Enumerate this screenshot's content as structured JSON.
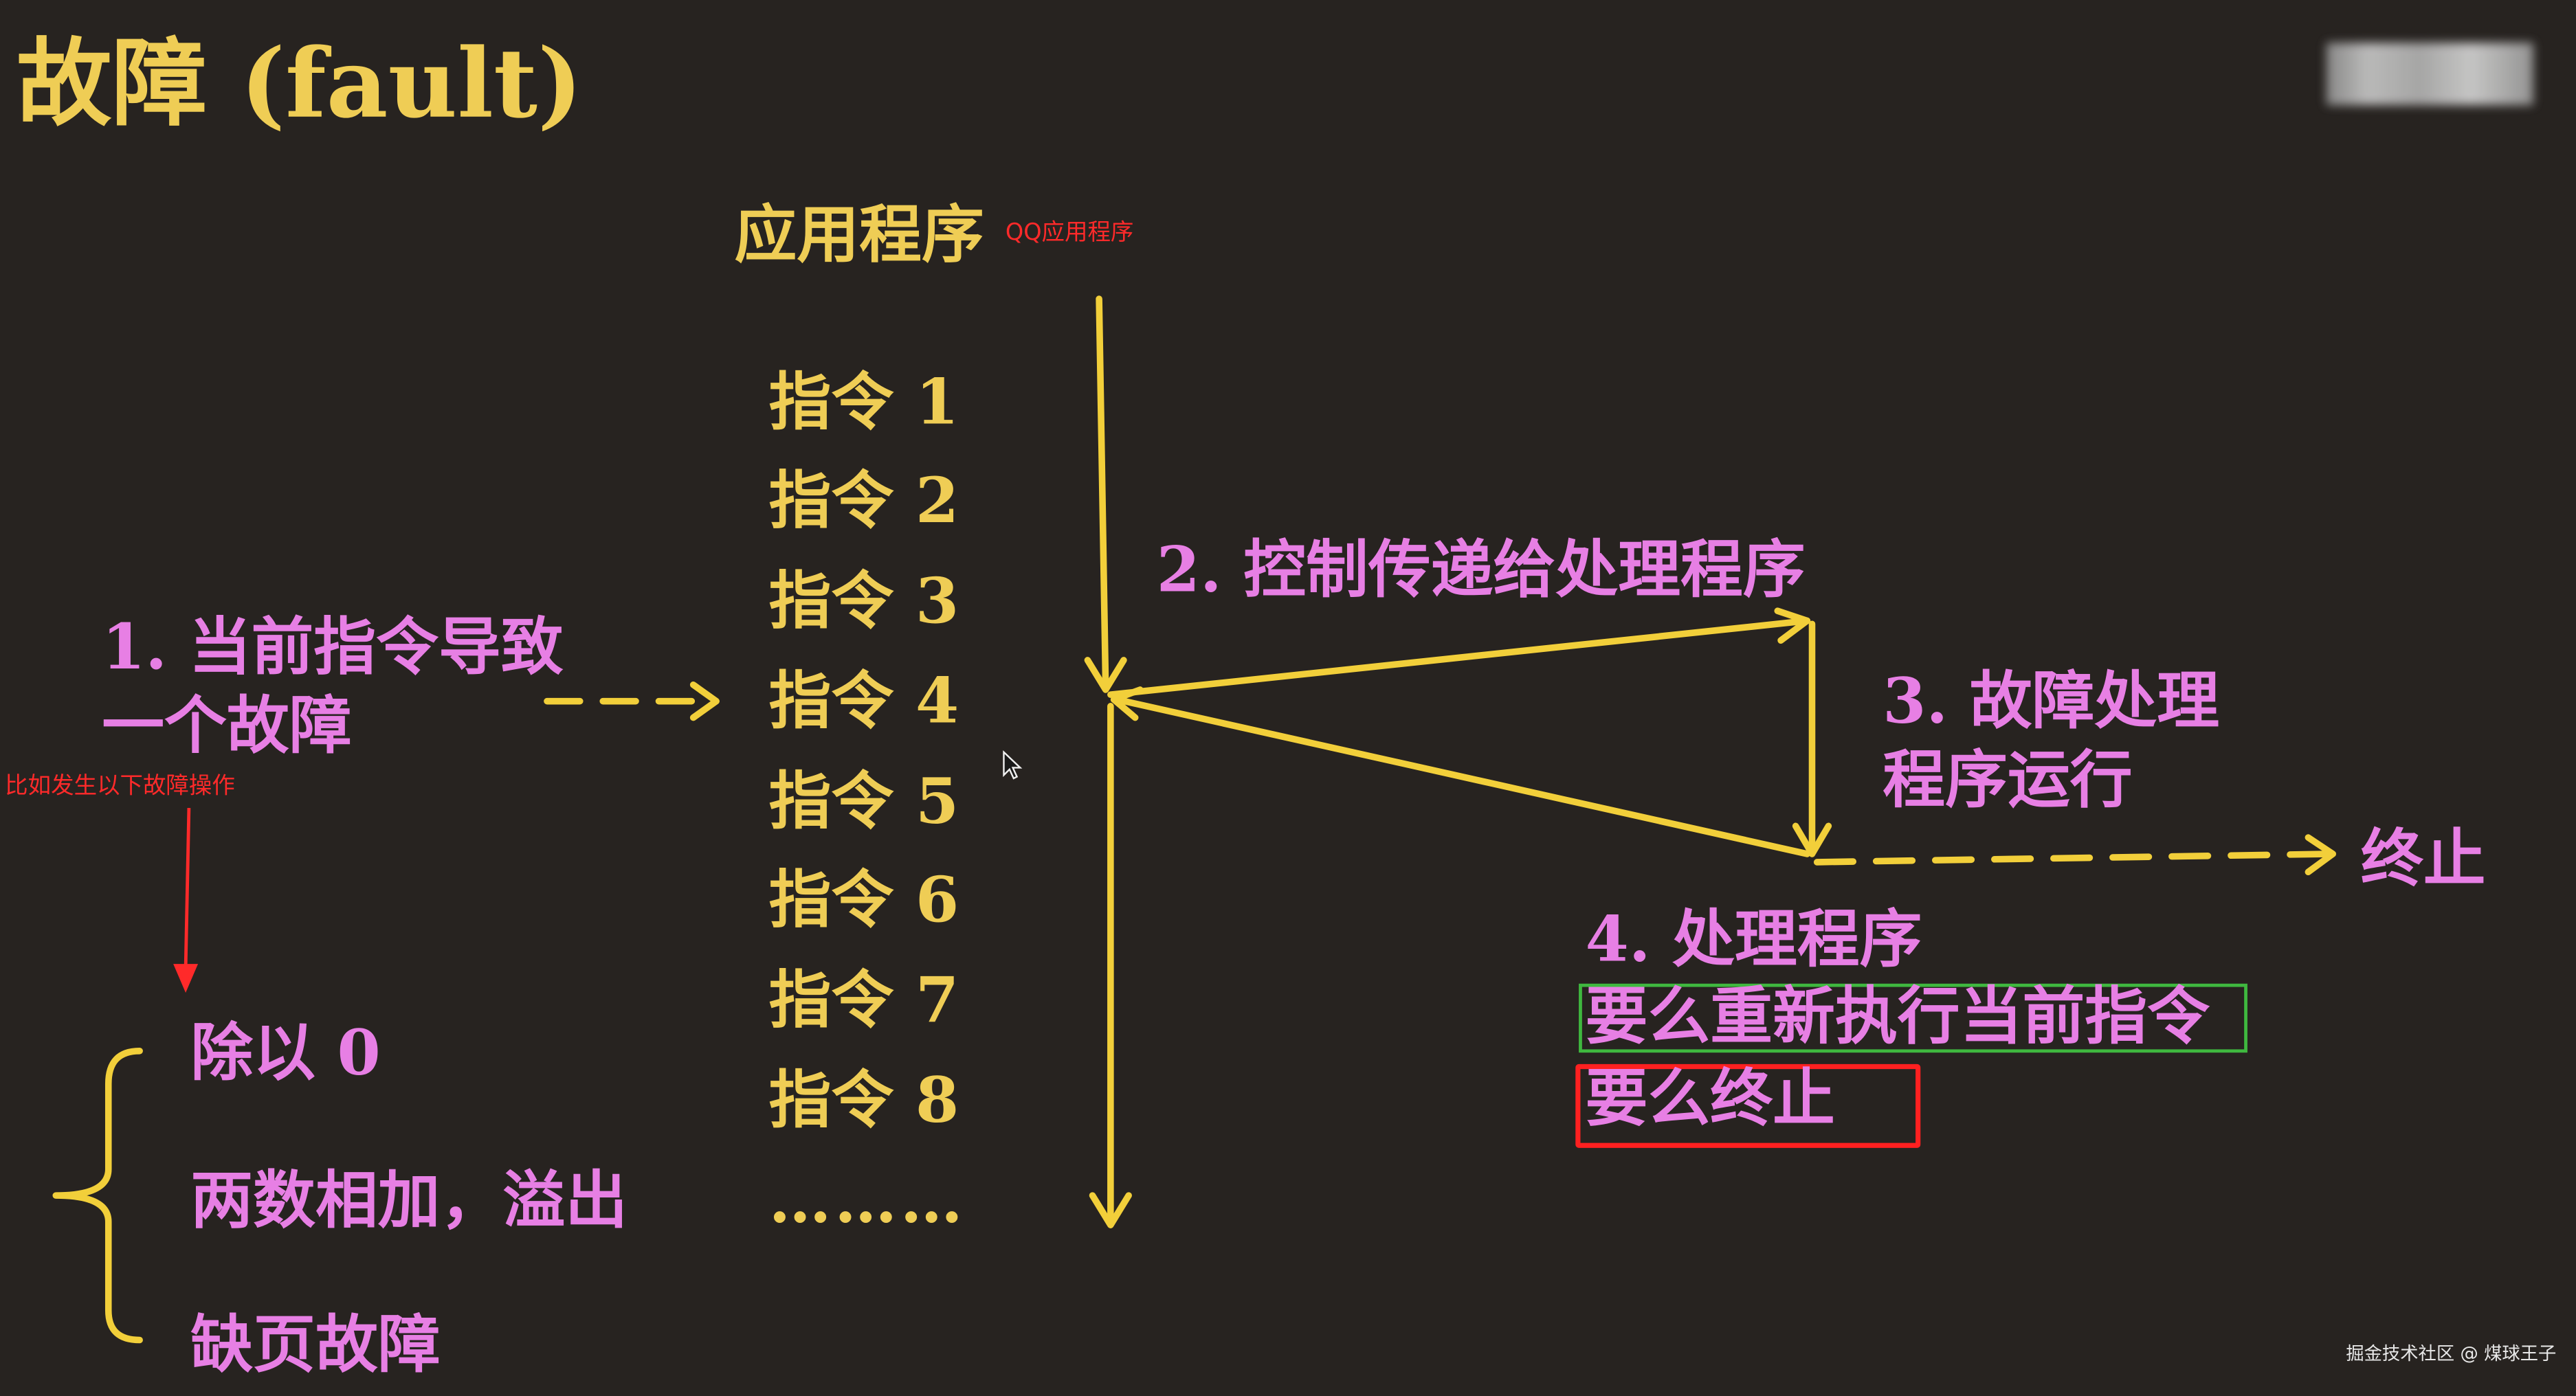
{
  "title": "故障 (fault)",
  "app_label": "应用程序",
  "app_note": "QQ应用程序",
  "instructions": [
    "指令 1",
    "指令 2",
    "指令 3",
    "指令 4",
    "指令 5",
    "指令 6",
    "指令 7",
    "指令 8"
  ],
  "ellipsis": "………",
  "step1": {
    "line1": "1. 当前指令导致",
    "line2": "一个故障"
  },
  "example_note": "比如发生以下故障操作",
  "cases": [
    "除以 0",
    "两数相加，溢出",
    "缺页故障"
  ],
  "step2": "2. 控制传递给处理程序",
  "step3": {
    "line1": "3. 故障处理",
    "line2": "程序运行"
  },
  "terminate": "终止",
  "step4": {
    "heading": "4. 处理程序",
    "option_a": "要么重新执行当前指令",
    "option_b": "要么终止"
  },
  "credit": "掘金技术社区 @ 煤球王子",
  "colors": {
    "background": "#272320",
    "yellow": "#f2d24b",
    "pink": "#e77fe4",
    "red": "#ff2a2a",
    "green": "#3fb83f"
  }
}
